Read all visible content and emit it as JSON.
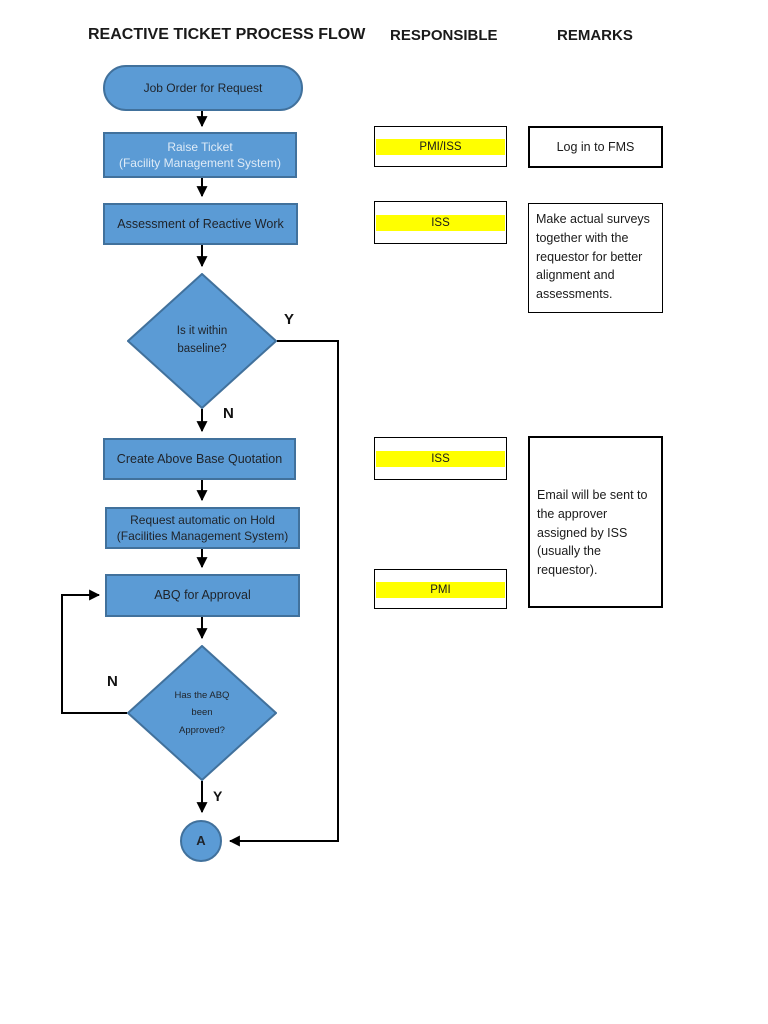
{
  "header": {
    "title": "REACTIVE TICKET PROCESS FLOW",
    "col_responsible": "RESPONSIBLE",
    "col_remarks": "REMARKS"
  },
  "flow": {
    "start_label": "Job Order for Request",
    "raise_ticket": {
      "line1": "Raise Ticket",
      "line2": "(Facility Management System)"
    },
    "assessment": "Assessment of Reactive Work",
    "decision_baseline": {
      "line1": "Is it within",
      "line2": "baseline?",
      "yes": "Y",
      "no": "N"
    },
    "create_quotation": "Create Above Base Quotation",
    "request_hold": {
      "line1": "Request automatic on Hold",
      "line2": "(Facilities Management System)"
    },
    "abq_approval": "ABQ for Approval",
    "decision_abq": {
      "line1": "Has the ABQ",
      "line2": "been",
      "line3": "Approved?",
      "yes": "Y",
      "no": "N"
    },
    "connector": "A"
  },
  "responsible": {
    "items": [
      "PMI/ISS",
      "ISS",
      "ISS",
      "PMI"
    ]
  },
  "remarks": {
    "items": [
      "Log in to FMS",
      "Make actual surveys together with the requestor for better alignment and assessments.",
      "Email will be sent to the approver assigned by ISS (usually the requestor)."
    ]
  },
  "colors": {
    "shape_fill": "#5B9BD5",
    "shape_border": "#41719C",
    "highlight": "#FFFF00",
    "connector_line": "#000000"
  }
}
